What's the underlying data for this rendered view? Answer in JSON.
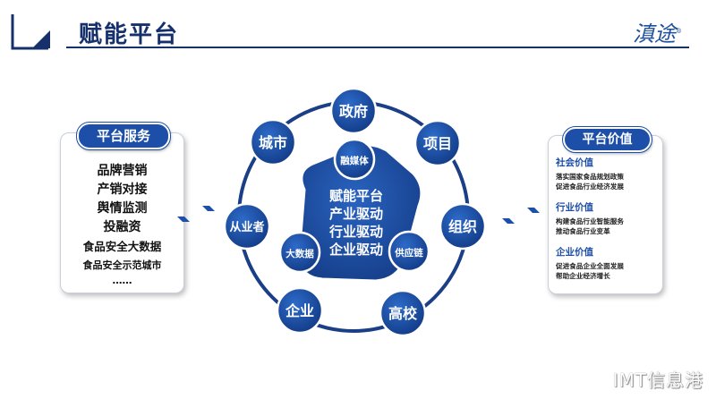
{
  "header": {
    "title": "赋能平台",
    "logo_text": "滇途",
    "logo_mark": "®"
  },
  "left_panel": {
    "title": "平台服务",
    "items": [
      "品牌营销",
      "产销对接",
      "舆情监测",
      "投融资",
      "食品安全大数据",
      "食品安全示范城市",
      "……"
    ]
  },
  "right_panel": {
    "title": "平台价值",
    "groups": [
      {
        "heading": "社会价值",
        "lines": [
          "落实国家食品规划政策",
          "促进食品行业经济发展"
        ]
      },
      {
        "heading": "行业价值",
        "lines": [
          "构建食品行业智能服务",
          "推动食品行业变革"
        ]
      },
      {
        "heading": "企业价值",
        "lines": [
          "促进食品企业全面发展",
          "帮助企业经济增长"
        ]
      }
    ]
  },
  "diagram": {
    "core": [
      "赋能平台",
      "产业驱动",
      "行业驱动",
      "企业驱动"
    ],
    "outer_nodes": [
      "政府",
      "项目",
      "组织",
      "高校",
      "企业",
      "从业者",
      "城市"
    ],
    "inner_nodes": [
      "融媒体",
      "供应链",
      "大数据"
    ]
  },
  "colors": {
    "primary": "#1d4fa8",
    "dark_navy": "#16306b",
    "ring": "#1b3f86"
  },
  "watermark": "IMT信息港"
}
